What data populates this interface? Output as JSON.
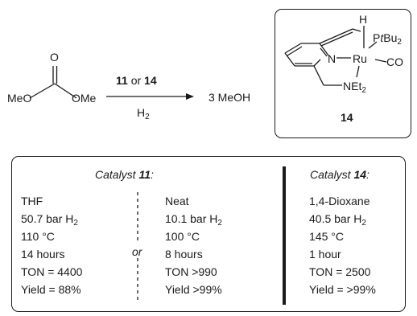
{
  "reaction": {
    "reactant": {
      "left_group": "MeO",
      "right_group": "OMe",
      "carbonyl_O": "O"
    },
    "arrow_top": {
      "cat1": "11",
      "connector": " or ",
      "cat2": "14"
    },
    "arrow_bottom": {
      "main": "H",
      "sub": "2"
    },
    "product": "3 MeOH"
  },
  "catalyst_structure": {
    "H": "H",
    "P": {
      "main": "P",
      "it": "t",
      "rest": "Bu",
      "sub": "2"
    },
    "Ru": "Ru",
    "CO": "CO",
    "N": "N",
    "amine": {
      "main": "NEt",
      "sub": "2"
    },
    "label": "14"
  },
  "table": {
    "cat11_header": {
      "prefix": "Catalyst ",
      "num": "11",
      "suffix": ":"
    },
    "cat14_header": {
      "prefix": "Catalyst ",
      "num": "14",
      "suffix": ":"
    },
    "or": "or",
    "col1": {
      "solvent": "THF",
      "pressure": {
        "main": "50.7 bar H",
        "sub": "2"
      },
      "temp": "110 °C",
      "time": "14 hours",
      "ton": "TON = 4400",
      "yield": "Yield = 88%"
    },
    "col2": {
      "solvent": "Neat",
      "pressure": {
        "main": "10.1 bar H",
        "sub": "2"
      },
      "temp": "100 °C",
      "time": "8 hours",
      "ton": "TON >990",
      "yield": "Yield >99%"
    },
    "col3": {
      "solvent": "1,4-Dioxane",
      "pressure": {
        "main": "40.5 bar H",
        "sub": "2"
      },
      "temp": "145 °C",
      "time": "1 hour",
      "ton": "TON = 2500",
      "yield": "Yield = >99%"
    }
  }
}
